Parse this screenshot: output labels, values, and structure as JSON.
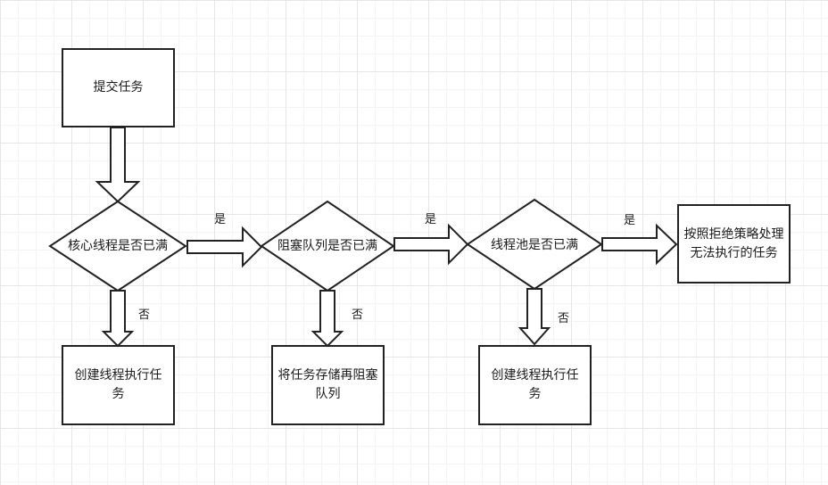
{
  "nodes": {
    "submit": "提交任务",
    "core_full": "核心线程是否已满",
    "queue_full": "阻塞队列是否已满",
    "pool_full": "线程池是否已满",
    "reject": "按照拒绝策略处理无法执行的任务",
    "create_core": "创建线程执行任务",
    "enqueue": "将任务存储再阻塞队列",
    "create_nonCore": "创建线程执行任务"
  },
  "edges": {
    "core_yes": "是",
    "core_no": "否",
    "queue_yes": "是",
    "queue_no": "否",
    "pool_yes": "是",
    "pool_no": "否"
  }
}
